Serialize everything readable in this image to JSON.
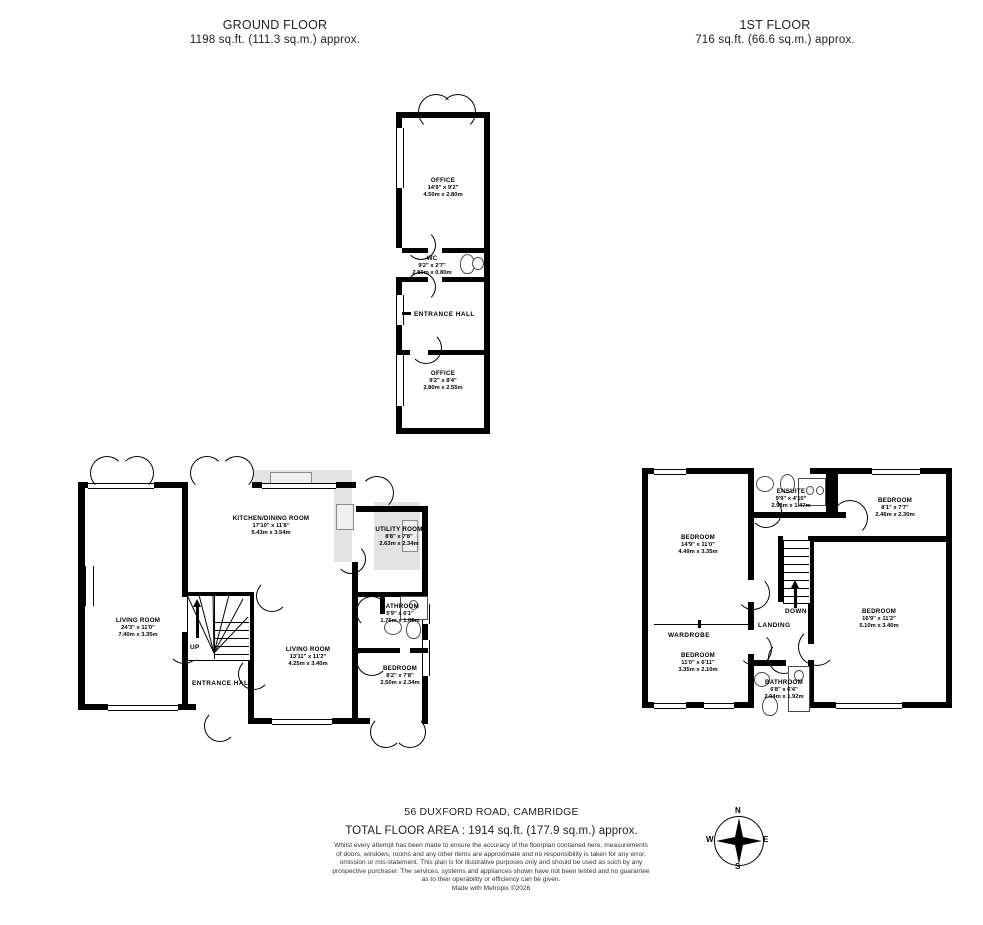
{
  "headers": {
    "ground": {
      "title": "GROUND FLOOR",
      "area": "1198 sq.ft. (111.3 sq.m.) approx."
    },
    "first": {
      "title": "1ST FLOOR",
      "area": "716 sq.ft. (66.6 sq.m.) approx."
    }
  },
  "annex": {
    "office_upper": {
      "name": "OFFICE",
      "imperial": "14'9\"  x 9'2\"",
      "metric": "4.50m  x 2.80m"
    },
    "wc": {
      "name": "WC",
      "imperial": "9'2\"  x 2'7\"",
      "metric": "2.80m  x 0.80m"
    },
    "entrance_hall": {
      "name": "ENTRANCE HALL"
    },
    "office_lower": {
      "name": "OFFICE",
      "imperial": "9'2\"  x 8'4\"",
      "metric": "2.80m  x 2.55m"
    }
  },
  "ground": {
    "living_room_left": {
      "name": "LIVING ROOM",
      "imperial": "24'3\"  x 11'0\"",
      "metric": "7.40m  x 3.35m"
    },
    "kitchen_dining": {
      "name": "KITCHEN/DINING ROOM",
      "imperial": "17'10\"  x 11'8\"",
      "metric": "5.43m  x 3.54m"
    },
    "utility_room": {
      "name": "UTILITY ROOM",
      "imperial": "8'8\"  x 7'8\"",
      "metric": "2.63m  x 2.34m"
    },
    "bathroom": {
      "name": "BATHROOM",
      "imperial": "5'9\"  x 6'1\"",
      "metric": "1.76m  x 1.86m"
    },
    "living_room_mid": {
      "name": "LIVING ROOM",
      "imperial": "13'11\"  x 11'2\"",
      "metric": "4.25m  x 3.40m"
    },
    "bedroom": {
      "name": "BEDROOM",
      "imperial": "8'2\"  x 7'8\"",
      "metric": "2.50m  x 2.34m"
    },
    "entrance_hall": {
      "name": "ENTRANCE HALL"
    },
    "stairs_label": "UP"
  },
  "first": {
    "bedroom_main": {
      "name": "BEDROOM",
      "imperial": "14'9\"  x 11'0\"",
      "metric": "4.49m  x 3.35m"
    },
    "ensuite": {
      "name": "ENSUITE",
      "imperial": "9'9\"  x 4'10\"",
      "metric": "2.98m  x 1.47m"
    },
    "bedroom_ne": {
      "name": "BEDROOM",
      "imperial": "8'1\"  x 7'7\"",
      "metric": "2.46m  x 2.30m"
    },
    "bedroom_east": {
      "name": "BEDROOM",
      "imperial": "16'9\"  x 11'2\"",
      "metric": "5.10m  x 3.40m"
    },
    "bedroom_sw": {
      "name": "BEDROOM",
      "imperial": "11'0\"  x 6'11\"",
      "metric": "3.35m  x 2.10m"
    },
    "bathroom": {
      "name": "BATHROOM",
      "imperial": "6'8\"  x 6'4\"",
      "metric": "2.04m  x 1.92m"
    },
    "wardrobe": {
      "name": "WARDROBE"
    },
    "landing": {
      "name": "LANDING"
    },
    "stairs_label": "DOWN"
  },
  "footer": {
    "address": "56 DUXFORD ROAD, CAMBRIDGE",
    "total_floor_area": "TOTAL FLOOR AREA : 1914 sq.ft. (177.9 sq.m.) approx.",
    "disclaimer_l1": "Whilst every attempt has been made to ensure the accuracy of the floorplan contained here, measurements",
    "disclaimer_l2": "of doors, windows, rooms and any other items are approximate and no responsibility is taken for any error,",
    "disclaimer_l3": "omission or mis-statement. This plan is for illustrative purposes only and should be used as such by any",
    "disclaimer_l4": "prospective purchaser. The services, systems and appliances shown have not been tested and no guarantee",
    "disclaimer_l5": "as to their operability or efficiency can be given.",
    "credit": "Made with Metropix ©2026"
  },
  "compass": {
    "north": "N",
    "east": "E",
    "south": "S",
    "west": "W"
  },
  "colors": {
    "wall": "#000000",
    "fill": "#ffffff",
    "fixture_grey": "#e3e3e3",
    "text": "#1a1a1a"
  }
}
